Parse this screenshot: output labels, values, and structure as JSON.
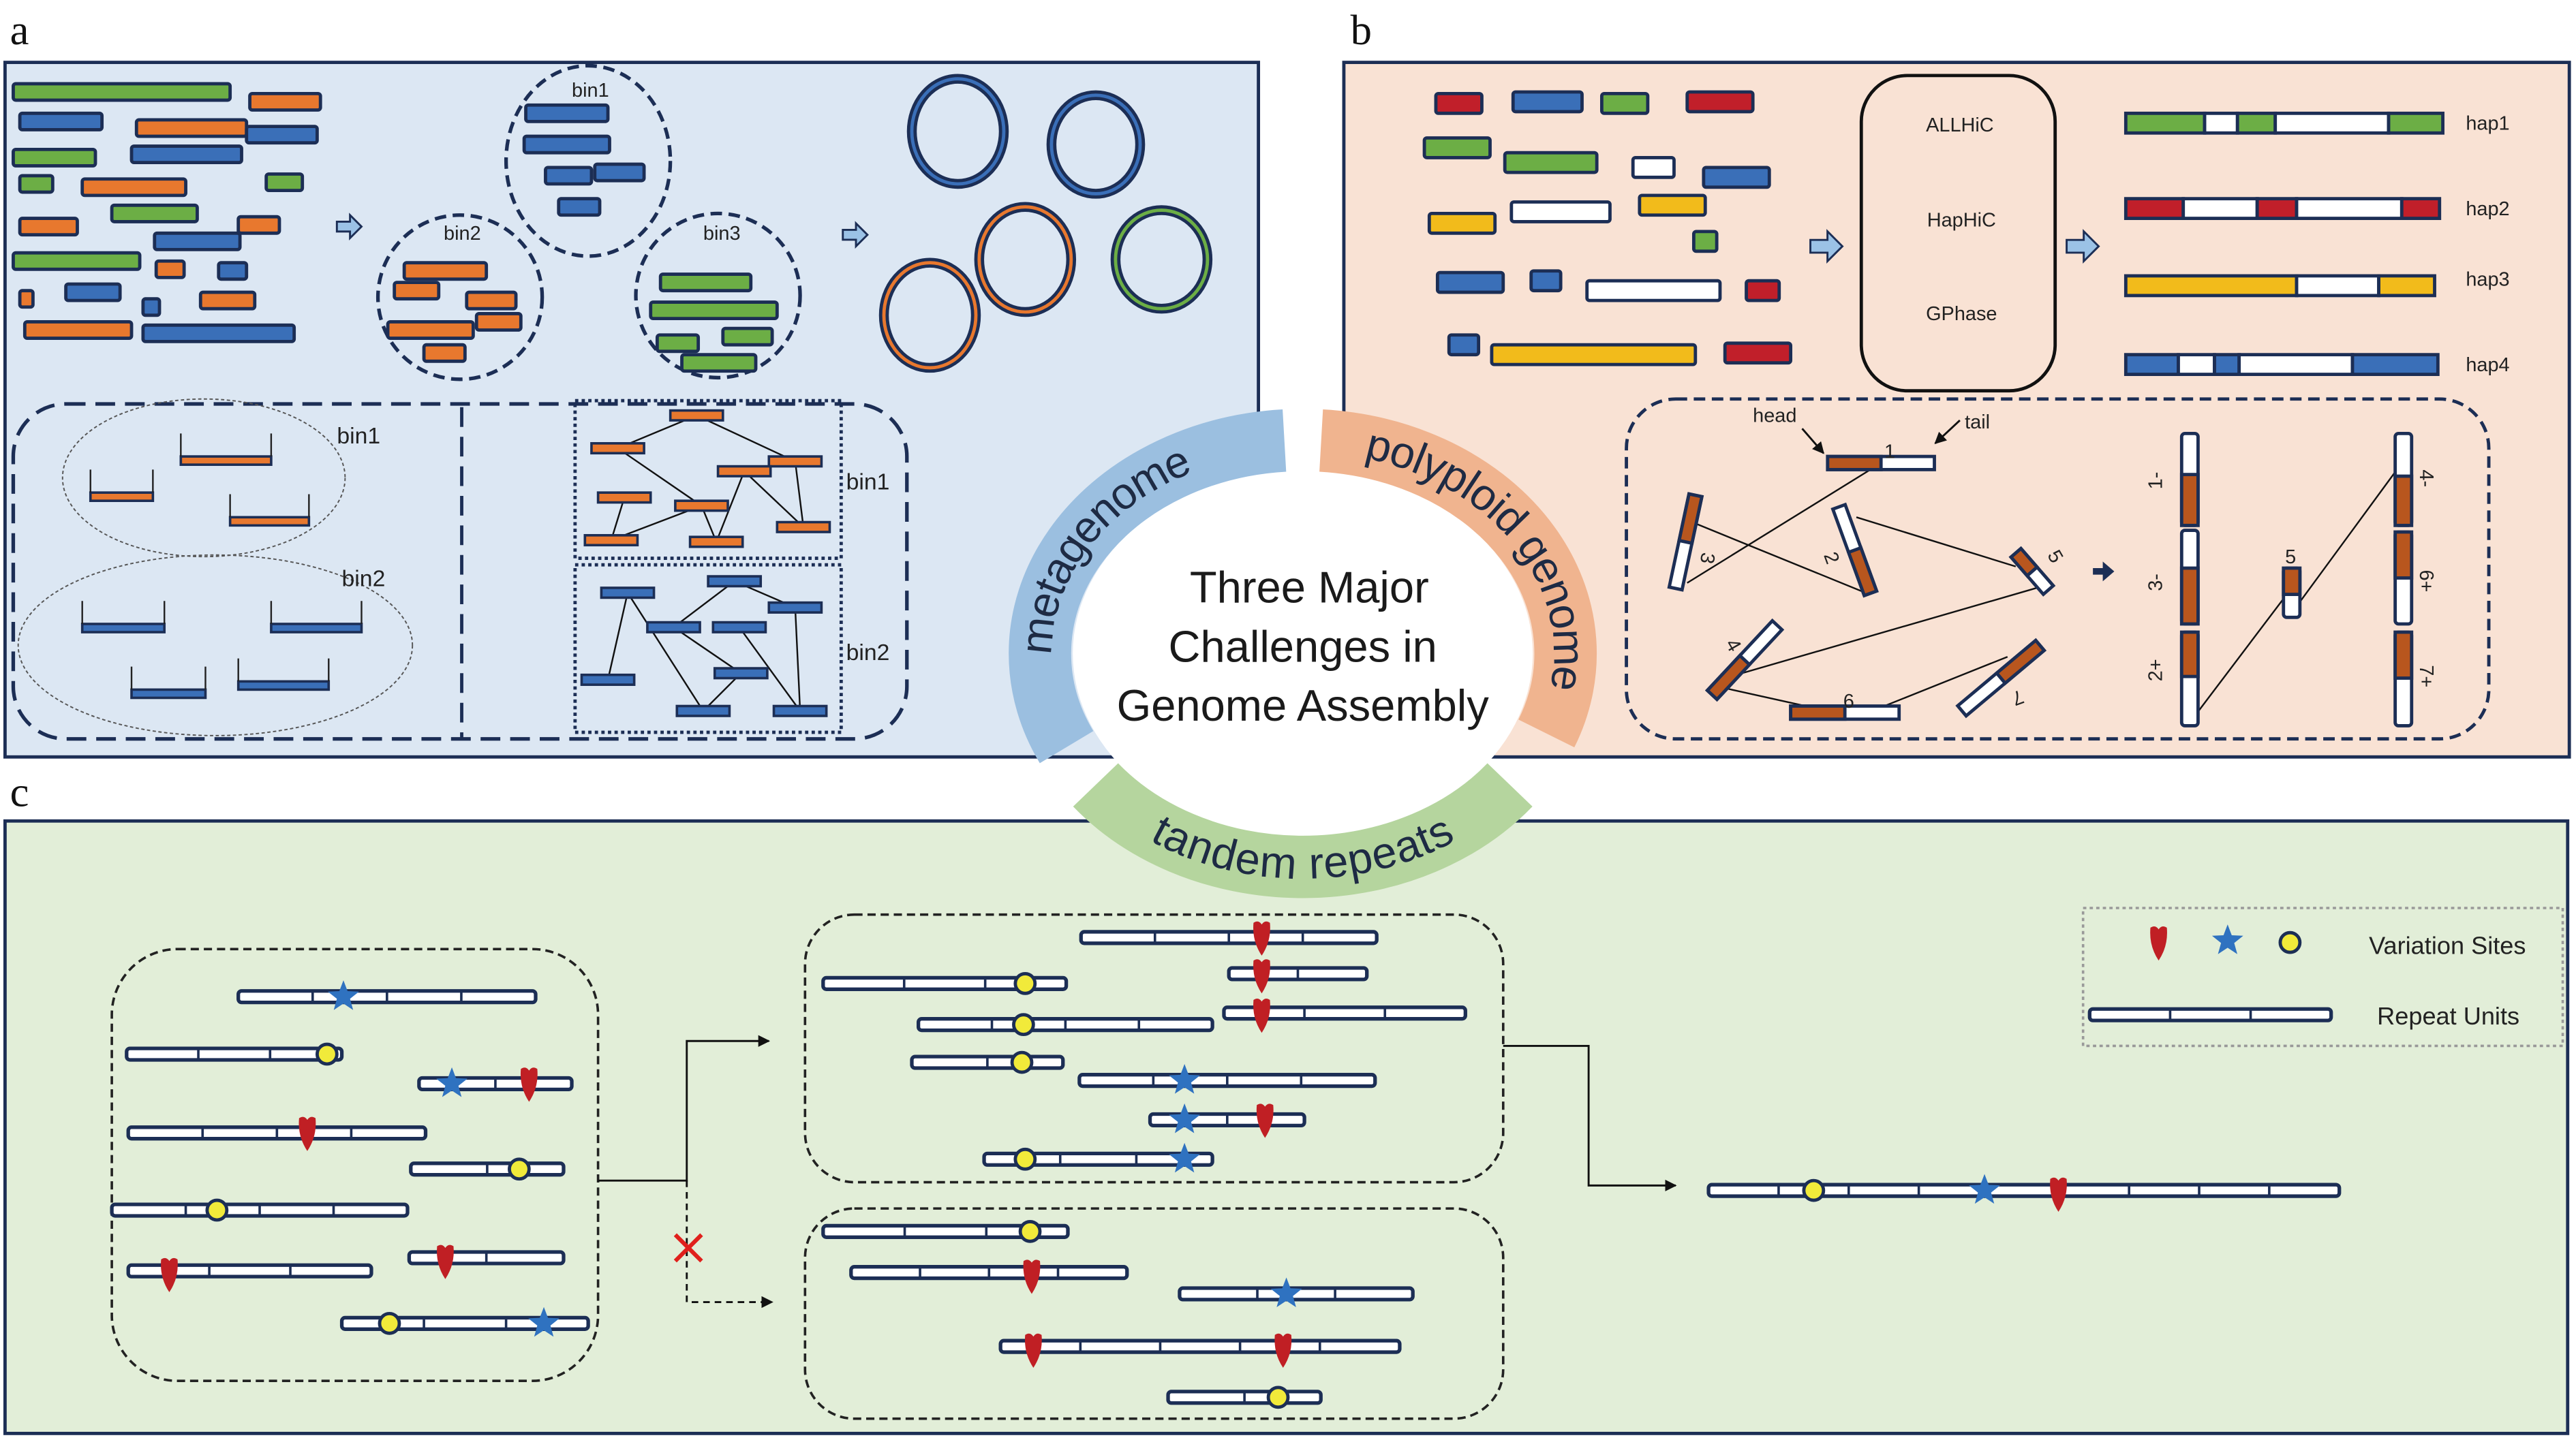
{
  "panel_letters": {
    "a": "a",
    "b": "b",
    "c": "c"
  },
  "center": {
    "title_lines": [
      "Three Major",
      "Challenges in",
      "Genome Assembly"
    ],
    "arcs": {
      "metagenome": "metagenome",
      "polyploid": "polyploid genome",
      "tandem": "tandem repeats"
    }
  },
  "panel_a": {
    "bin1": "bin1",
    "bin2": "bin2",
    "bin3": "bin3"
  },
  "panel_b": {
    "tools": [
      "ALLHiC",
      "HapHiC",
      "GPhase"
    ],
    "haplotypes": [
      "hap1",
      "hap2",
      "hap3",
      "hap4"
    ],
    "head": "head",
    "tail": "tail",
    "contigs": [
      "1",
      "2",
      "3",
      "4",
      "5",
      "6",
      "7"
    ],
    "scaffold_left": [
      "1-",
      "3-",
      "2+"
    ],
    "scaffold_mid": [
      "5"
    ],
    "scaffold_right": [
      "4-",
      "6+",
      "7+"
    ]
  },
  "panel_c": {
    "legend": {
      "variation_sites": "Variation Sites",
      "repeat_units": "Repeat Units"
    },
    "variation_markers": [
      "heart-marker",
      "star-marker",
      "circle-marker"
    ]
  },
  "colors": {
    "panel_a_bg": "#dce7f3",
    "panel_b_bg": "#f9e2d4",
    "panel_c_bg": "#e2eed8",
    "outline": "#1c2e55",
    "blue": "#3a6fb8",
    "orange": "#e8782e",
    "green": "#6cae45",
    "red": "#c11f2a",
    "yellow": "#f2bb1b",
    "brown": "#b8561e",
    "arc_blue": "#9bbfe0",
    "arc_orange": "#f0b48f",
    "arc_green": "#b5d59e",
    "marker_yellow": "#f1ea3a",
    "marker_star": "#2f72c0",
    "marker_heart": "#c01f24"
  }
}
